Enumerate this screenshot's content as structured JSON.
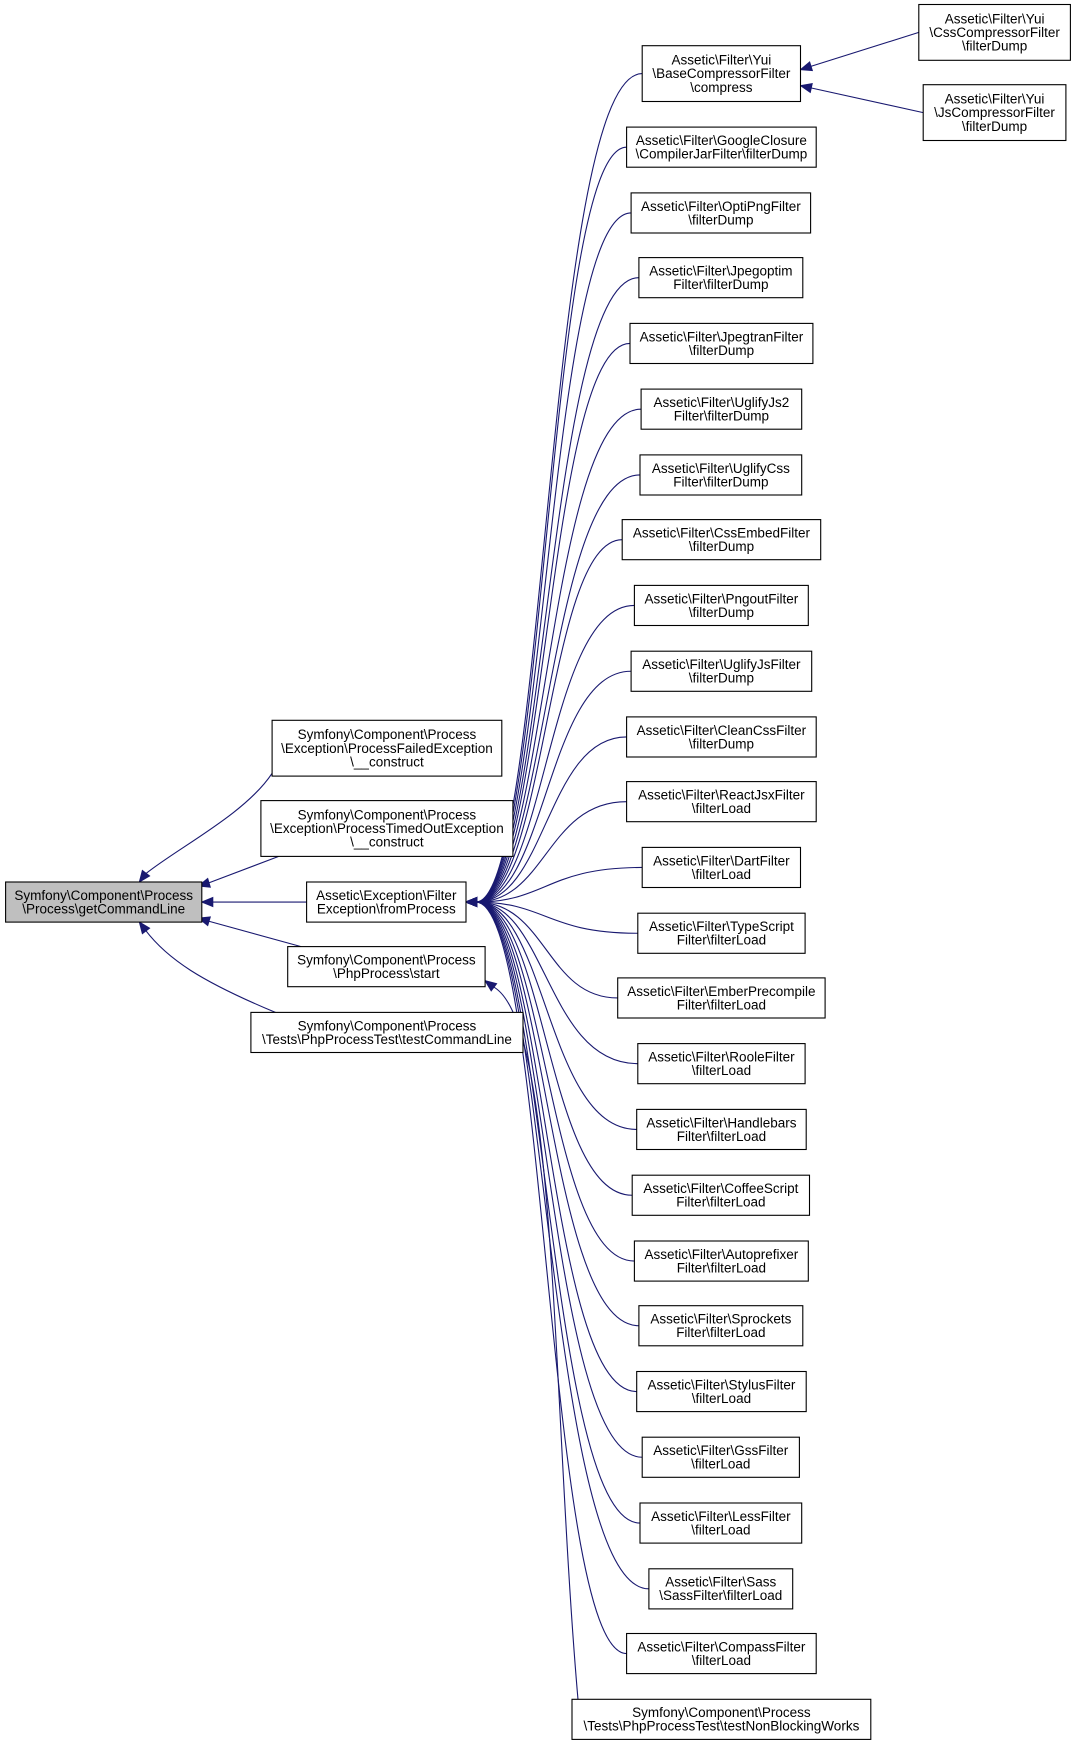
{
  "graph": {
    "colors": {
      "edge": "#191970",
      "root_fill": "#bfbfbf",
      "node_fill": "#ffffff",
      "border": "#000000"
    },
    "nodes": [
      {
        "id": "root",
        "lines": [
          "Symfony\\Component\\Process",
          "\\Process\\getCommandLine"
        ]
      },
      {
        "id": "pfe",
        "lines": [
          "Symfony\\Component\\Process",
          "\\Exception\\ProcessFailedException",
          "\\__construct"
        ]
      },
      {
        "id": "pte",
        "lines": [
          "Symfony\\Component\\Process",
          "\\Exception\\ProcessTimedOutException",
          "\\__construct"
        ]
      },
      {
        "id": "fe",
        "lines": [
          "Assetic\\Exception\\Filter",
          "Exception\\fromProcess"
        ]
      },
      {
        "id": "pps",
        "lines": [
          "Symfony\\Component\\Process",
          "\\PhpProcess\\start"
        ]
      },
      {
        "id": "tcl",
        "lines": [
          "Symfony\\Component\\Process",
          "\\Tests\\PhpProcessTest\\testCommandLine"
        ]
      },
      {
        "id": "yui",
        "lines": [
          "Assetic\\Filter\\Yui",
          "\\BaseCompressorFilter",
          "\\compress"
        ]
      },
      {
        "id": "gcc",
        "lines": [
          "Assetic\\Filter\\GoogleClosure",
          "\\CompilerJarFilter\\filterDump"
        ]
      },
      {
        "id": "opti",
        "lines": [
          "Assetic\\Filter\\OptiPngFilter",
          "\\filterDump"
        ]
      },
      {
        "id": "jpo",
        "lines": [
          "Assetic\\Filter\\Jpegoptim",
          "Filter\\filterDump"
        ]
      },
      {
        "id": "jpt",
        "lines": [
          "Assetic\\Filter\\JpegtranFilter",
          "\\filterDump"
        ]
      },
      {
        "id": "ug2",
        "lines": [
          "Assetic\\Filter\\UglifyJs2",
          "Filter\\filterDump"
        ]
      },
      {
        "id": "ugc",
        "lines": [
          "Assetic\\Filter\\UglifyCss",
          "Filter\\filterDump"
        ]
      },
      {
        "id": "cse",
        "lines": [
          "Assetic\\Filter\\CssEmbedFilter",
          "\\filterDump"
        ]
      },
      {
        "id": "png",
        "lines": [
          "Assetic\\Filter\\PngoutFilter",
          "\\filterDump"
        ]
      },
      {
        "id": "ugj",
        "lines": [
          "Assetic\\Filter\\UglifyJsFilter",
          "\\filterDump"
        ]
      },
      {
        "id": "ccf",
        "lines": [
          "Assetic\\Filter\\CleanCssFilter",
          "\\filterDump"
        ]
      },
      {
        "id": "rjx",
        "lines": [
          "Assetic\\Filter\\ReactJsxFilter",
          "\\filterLoad"
        ]
      },
      {
        "id": "dart",
        "lines": [
          "Assetic\\Filter\\DartFilter",
          "\\filterLoad"
        ]
      },
      {
        "id": "ts",
        "lines": [
          "Assetic\\Filter\\TypeScript",
          "Filter\\filterLoad"
        ]
      },
      {
        "id": "emb",
        "lines": [
          "Assetic\\Filter\\EmberPrecompile",
          "Filter\\filterLoad"
        ]
      },
      {
        "id": "roole",
        "lines": [
          "Assetic\\Filter\\RooleFilter",
          "\\filterLoad"
        ]
      },
      {
        "id": "hb",
        "lines": [
          "Assetic\\Filter\\Handlebars",
          "Filter\\filterLoad"
        ]
      },
      {
        "id": "cof",
        "lines": [
          "Assetic\\Filter\\CoffeeScript",
          "Filter\\filterLoad"
        ]
      },
      {
        "id": "apf",
        "lines": [
          "Assetic\\Filter\\Autoprefixer",
          "Filter\\filterLoad"
        ]
      },
      {
        "id": "spr",
        "lines": [
          "Assetic\\Filter\\Sprockets",
          "Filter\\filterLoad"
        ]
      },
      {
        "id": "sty",
        "lines": [
          "Assetic\\Filter\\StylusFilter",
          "\\filterLoad"
        ]
      },
      {
        "id": "gss",
        "lines": [
          "Assetic\\Filter\\GssFilter",
          "\\filterLoad"
        ]
      },
      {
        "id": "less",
        "lines": [
          "Assetic\\Filter\\LessFilter",
          "\\filterLoad"
        ]
      },
      {
        "id": "sass",
        "lines": [
          "Assetic\\Filter\\Sass",
          "\\SassFilter\\filterLoad"
        ]
      },
      {
        "id": "cmp",
        "lines": [
          "Assetic\\Filter\\CompassFilter",
          "\\filterLoad"
        ]
      },
      {
        "id": "nbw",
        "lines": [
          "Symfony\\Component\\Process",
          "\\Tests\\PhpProcessTest\\testNonBlockingWorks"
        ]
      },
      {
        "id": "ycss",
        "lines": [
          "Assetic\\Filter\\Yui",
          "\\CssCompressorFilter",
          "\\filterDump"
        ]
      },
      {
        "id": "yjs",
        "lines": [
          "Assetic\\Filter\\Yui",
          "\\JsCompressorFilter",
          "\\filterDump"
        ]
      }
    ],
    "edges": [
      [
        "pfe",
        "root"
      ],
      [
        "pte",
        "root"
      ],
      [
        "fe",
        "root"
      ],
      [
        "pps",
        "root"
      ],
      [
        "tcl",
        "root"
      ],
      [
        "yui",
        "fe"
      ],
      [
        "gcc",
        "fe"
      ],
      [
        "opti",
        "fe"
      ],
      [
        "jpo",
        "fe"
      ],
      [
        "jpt",
        "fe"
      ],
      [
        "ug2",
        "fe"
      ],
      [
        "ugc",
        "fe"
      ],
      [
        "cse",
        "fe"
      ],
      [
        "png",
        "fe"
      ],
      [
        "ugj",
        "fe"
      ],
      [
        "ccf",
        "fe"
      ],
      [
        "rjx",
        "fe"
      ],
      [
        "dart",
        "fe"
      ],
      [
        "ts",
        "fe"
      ],
      [
        "emb",
        "fe"
      ],
      [
        "roole",
        "fe"
      ],
      [
        "hb",
        "fe"
      ],
      [
        "cof",
        "fe"
      ],
      [
        "apf",
        "fe"
      ],
      [
        "spr",
        "fe"
      ],
      [
        "sty",
        "fe"
      ],
      [
        "gss",
        "fe"
      ],
      [
        "less",
        "fe"
      ],
      [
        "sass",
        "fe"
      ],
      [
        "cmp",
        "fe"
      ],
      [
        "nbw",
        "pps"
      ],
      [
        "ycss",
        "yui"
      ],
      [
        "yjs",
        "yui"
      ]
    ]
  }
}
